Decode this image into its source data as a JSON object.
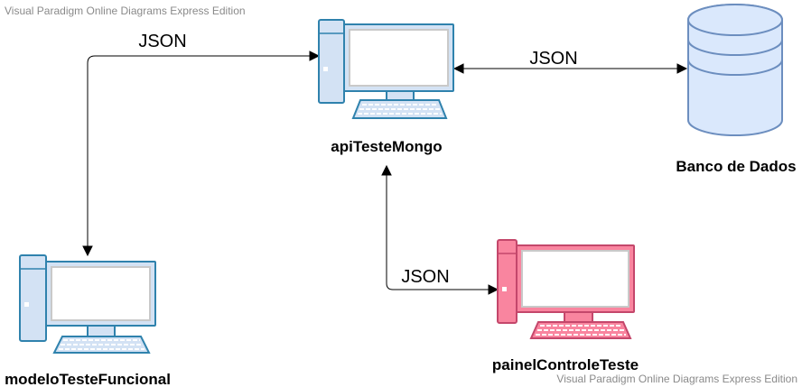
{
  "watermarks": {
    "top_left": "Visual Paradigm Online Diagrams Express Edition",
    "bottom_right": "Visual Paradigm Online Diagrams Express Edition"
  },
  "nodes": {
    "api": {
      "label": "apiTesteMongo",
      "icon": "computer-icon"
    },
    "database": {
      "label": "Banco de Dados",
      "icon": "database-icon"
    },
    "modelo": {
      "label": "modeloTesteFuncional",
      "icon": "computer-icon"
    },
    "painel": {
      "label": "painelControleTeste",
      "icon": "computer-icon"
    }
  },
  "edges": {
    "modelo_api": {
      "label": "JSON",
      "bidirectional": true
    },
    "api_database": {
      "label": "JSON",
      "bidirectional": true
    },
    "api_painel": {
      "label": "JSON",
      "bidirectional": true
    }
  },
  "colors": {
    "computer_blue_fill": "#d3e2f4",
    "computer_blue_stroke": "#2f82ad",
    "computer_pink_fill": "#f9859f",
    "computer_pink_stroke": "#c4476b",
    "database_fill": "#dae8fc",
    "database_stroke": "#6c8ebf",
    "edge": "#000000",
    "watermark_text": "#8a8a8a"
  }
}
